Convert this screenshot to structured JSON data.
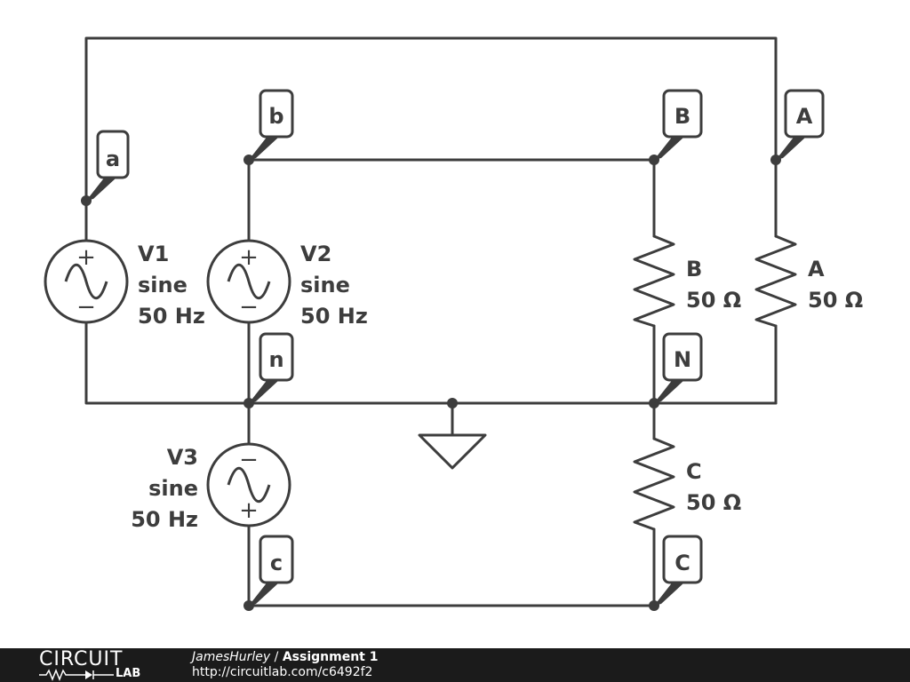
{
  "nodes": {
    "a": "a",
    "b": "b",
    "n": "n",
    "c": "c",
    "A": "A",
    "B": "B",
    "N": "N",
    "C": "C"
  },
  "sources": [
    {
      "name": "V1",
      "type": "sine",
      "freq": "50 Hz"
    },
    {
      "name": "V2",
      "type": "sine",
      "freq": "50 Hz"
    },
    {
      "name": "V3",
      "type": "sine",
      "freq": "50 Hz"
    }
  ],
  "resistors": [
    {
      "name": "B",
      "value": "50 Ω"
    },
    {
      "name": "A",
      "value": "50 Ω"
    },
    {
      "name": "C",
      "value": "50 Ω"
    }
  ],
  "signs": {
    "plus": "+",
    "minus": "−"
  },
  "footer": {
    "logo_top": "CIRCUIT",
    "logo_bottom": "LAB",
    "author": "JamesHurley",
    "separator": " / ",
    "title": "Assignment 1",
    "url": "http://circuitlab.com/c6492f2"
  },
  "colors": {
    "line": "#3d3d3d",
    "footer_bg": "#1b1b1b"
  }
}
